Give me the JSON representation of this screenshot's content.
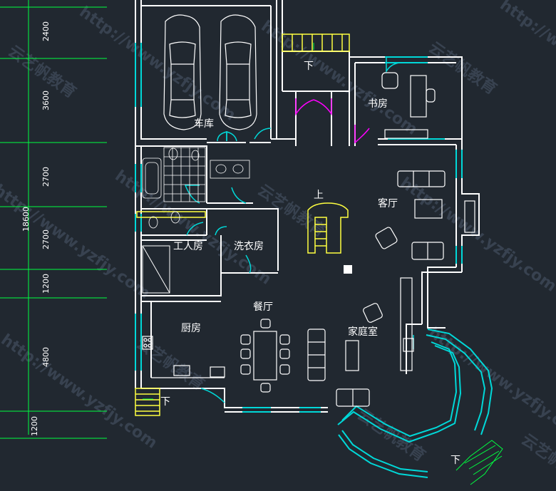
{
  "colors": {
    "background": "#212830",
    "wall": "#ffffff",
    "window": "#00d8d8",
    "door": "#00d8d8",
    "stair": "#ffff40",
    "dimension": "#00ff40",
    "purple_door": "#ff00ff",
    "furniture": "#ffffff"
  },
  "dimensions": {
    "total": "18600",
    "segments": [
      "2400",
      "3600",
      "2700",
      "2700",
      "1200",
      "4800",
      "1200"
    ]
  },
  "rooms": {
    "garage": "车库",
    "study": "书房",
    "living": "客厅",
    "worker": "工人房",
    "laundry": "洗衣房",
    "dining": "餐厅",
    "kitchen": "厨房",
    "family": "家庭室"
  },
  "stair_marks": {
    "top": "下",
    "up": "上",
    "bottom_left": "下",
    "bottom_right": "下"
  },
  "watermarks": {
    "url": "http://www.yzfjy.com",
    "brand": "云艺帆教育"
  }
}
